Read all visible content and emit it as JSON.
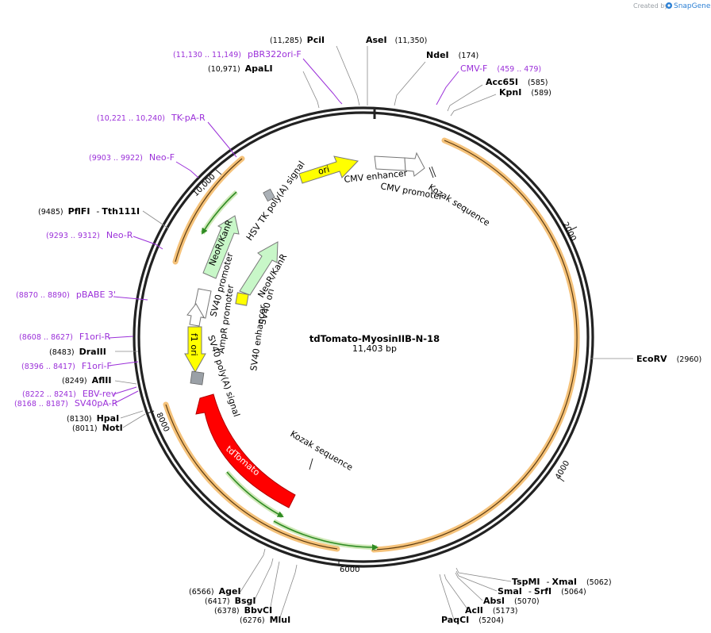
{
  "credit": {
    "prefix": "Created by",
    "brand": "SnapGene"
  },
  "plasmid": {
    "name": "tdTomato-MyosinIIB-N-18",
    "length": "11,403 bp"
  },
  "ticks": [
    "10,000",
    "2000",
    "4000",
    "6000",
    "8000"
  ],
  "features": {
    "ori": "ori",
    "cmv_enhancer": "CMV enhancer",
    "cmv_promoter": "CMV promoter",
    "kozak_top": "Kozak sequence",
    "hsv_tk": "HSV TK poly(A) signal",
    "neo_kan_1": "NeoR/KanR",
    "neo_kan_2": "NeoR/KanR",
    "sv40_promoter": "SV40 promoter",
    "ampr_promoter": "AmpR promoter",
    "sv40_ori": "SV40 ori",
    "sv40_enhancer": "SV40 enhancer",
    "f1_ori": "f1 ori",
    "sv40_polya": "SV40 poly(A) signal",
    "tdtomato": "tdTomato",
    "kozak_bottom": "Kozak sequence"
  },
  "sites": {
    "pcii": {
      "pos": "(11,285)",
      "name": "PciI"
    },
    "asei": {
      "pos": "(11,350)",
      "name": "AseI"
    },
    "ndei": {
      "pos": "(174)",
      "name": "NdeI"
    },
    "apali": {
      "pos": "(10,971)",
      "name": "ApaLI"
    },
    "acc65i": {
      "pos": "(585)",
      "name": "Acc65I"
    },
    "kpni": {
      "pos": "(589)",
      "name": "KpnI"
    },
    "pflfi": {
      "pos": "(9485)",
      "name": "PflFI",
      "name2": "Tth111I",
      "sep": "-"
    },
    "draiii": {
      "pos": "(8483)",
      "name": "DraIII"
    },
    "afliii": {
      "pos": "(8249)",
      "name": "AflII"
    },
    "hpai": {
      "pos": "(8130)",
      "name": "HpaI"
    },
    "noti": {
      "pos": "(8011)",
      "name": "NotI"
    },
    "ecorv": {
      "pos": "(2960)",
      "name": "EcoRV"
    },
    "agei": {
      "pos": "(6566)",
      "name": "AgeI"
    },
    "bsgi": {
      "pos": "(6417)",
      "name": "BsgI"
    },
    "bbvci": {
      "pos": "(6378)",
      "name": "BbvCI"
    },
    "mlui": {
      "pos": "(6276)",
      "name": "MluI"
    },
    "tspmi": {
      "name": "TspMI",
      "sep": "-",
      "name2": "XmaI",
      "pos": "(5062)"
    },
    "smai": {
      "name": "SmaI",
      "sep": "-",
      "name2": "SrfI",
      "pos": "(5064)"
    },
    "absi": {
      "name": "AbsI",
      "pos": "(5070)"
    },
    "acli": {
      "name": "AclI",
      "pos": "(5173)"
    },
    "paqci": {
      "name": "PaqCI",
      "pos": "(5204)"
    }
  },
  "primers": {
    "pbr322": {
      "range": "(11,130 .. 11,149)",
      "name": "pBR322ori-F"
    },
    "cmvf": {
      "name": "CMV-F",
      "range": "(459 .. 479)"
    },
    "tkpa": {
      "range": "(10,221 .. 10,240)",
      "name": "TK-pA-R"
    },
    "neof": {
      "range": "(9903 .. 9922)",
      "name": "Neo-F"
    },
    "neor": {
      "range": "(9293 .. 9312)",
      "name": "Neo-R"
    },
    "pbabe": {
      "range": "(8870 .. 8890)",
      "name": "pBABE 3'"
    },
    "f1orir": {
      "range": "(8608 .. 8627)",
      "name": "F1ori-R"
    },
    "f1orif": {
      "range": "(8396 .. 8417)",
      "name": "F1ori-F"
    },
    "ebvrev": {
      "range": "(8222 .. 8241)",
      "name": "EBV-rev"
    },
    "sv40par": {
      "range": "(8168 .. 8187)",
      "name": "SV40pA-R"
    }
  },
  "colors": {
    "backbone": "#222222",
    "ori": "#ffff00",
    "tdtomato": "#ff0000",
    "neo": "#c8f7c8",
    "primer": "#9b30d9",
    "orange_band": "#f5c27a",
    "green_arc": "#2e8b22",
    "grey_feature": "#9aa0a6"
  }
}
